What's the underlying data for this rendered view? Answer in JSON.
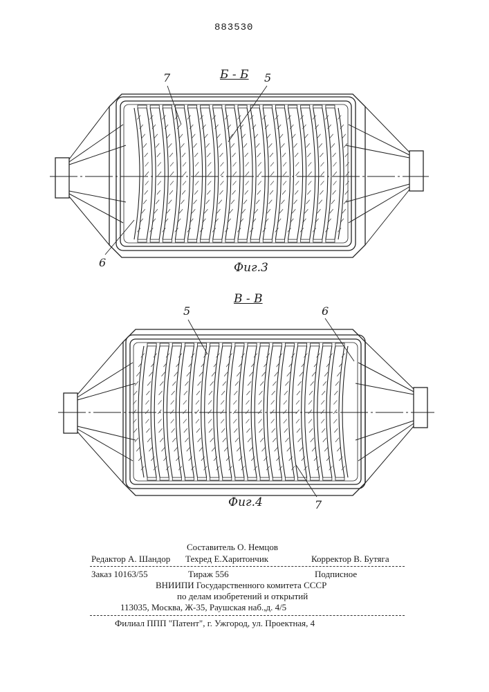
{
  "patent_number": "883530",
  "figure3": {
    "section_label": "Б - Б",
    "caption": "Фиг.3",
    "callouts": [
      "7",
      "5",
      "6"
    ]
  },
  "figure4": {
    "section_label": "В - В",
    "caption": "Фиг.4",
    "callouts": [
      "5",
      "6",
      "7"
    ]
  },
  "imprint": {
    "compiler": "Составитель О. Немцов",
    "editor": "Редактор А. Шандор",
    "techred": "Техред Е.Харитончик",
    "corrector": "Корректор В. Бутяга",
    "order": "Заказ 10163/55",
    "circulation": "Тираж 556",
    "subscription": "Подписное",
    "org_line1": "ВНИИПИ Государственного комитета СССР",
    "org_line2": "по делам изобретений и открытий",
    "address": "113035, Москва, Ж-35, Раушская наб.,д. 4/5",
    "branch": "Филиал ППП \"Патент\", г. Ужгород, ул. Проектная, 4"
  }
}
